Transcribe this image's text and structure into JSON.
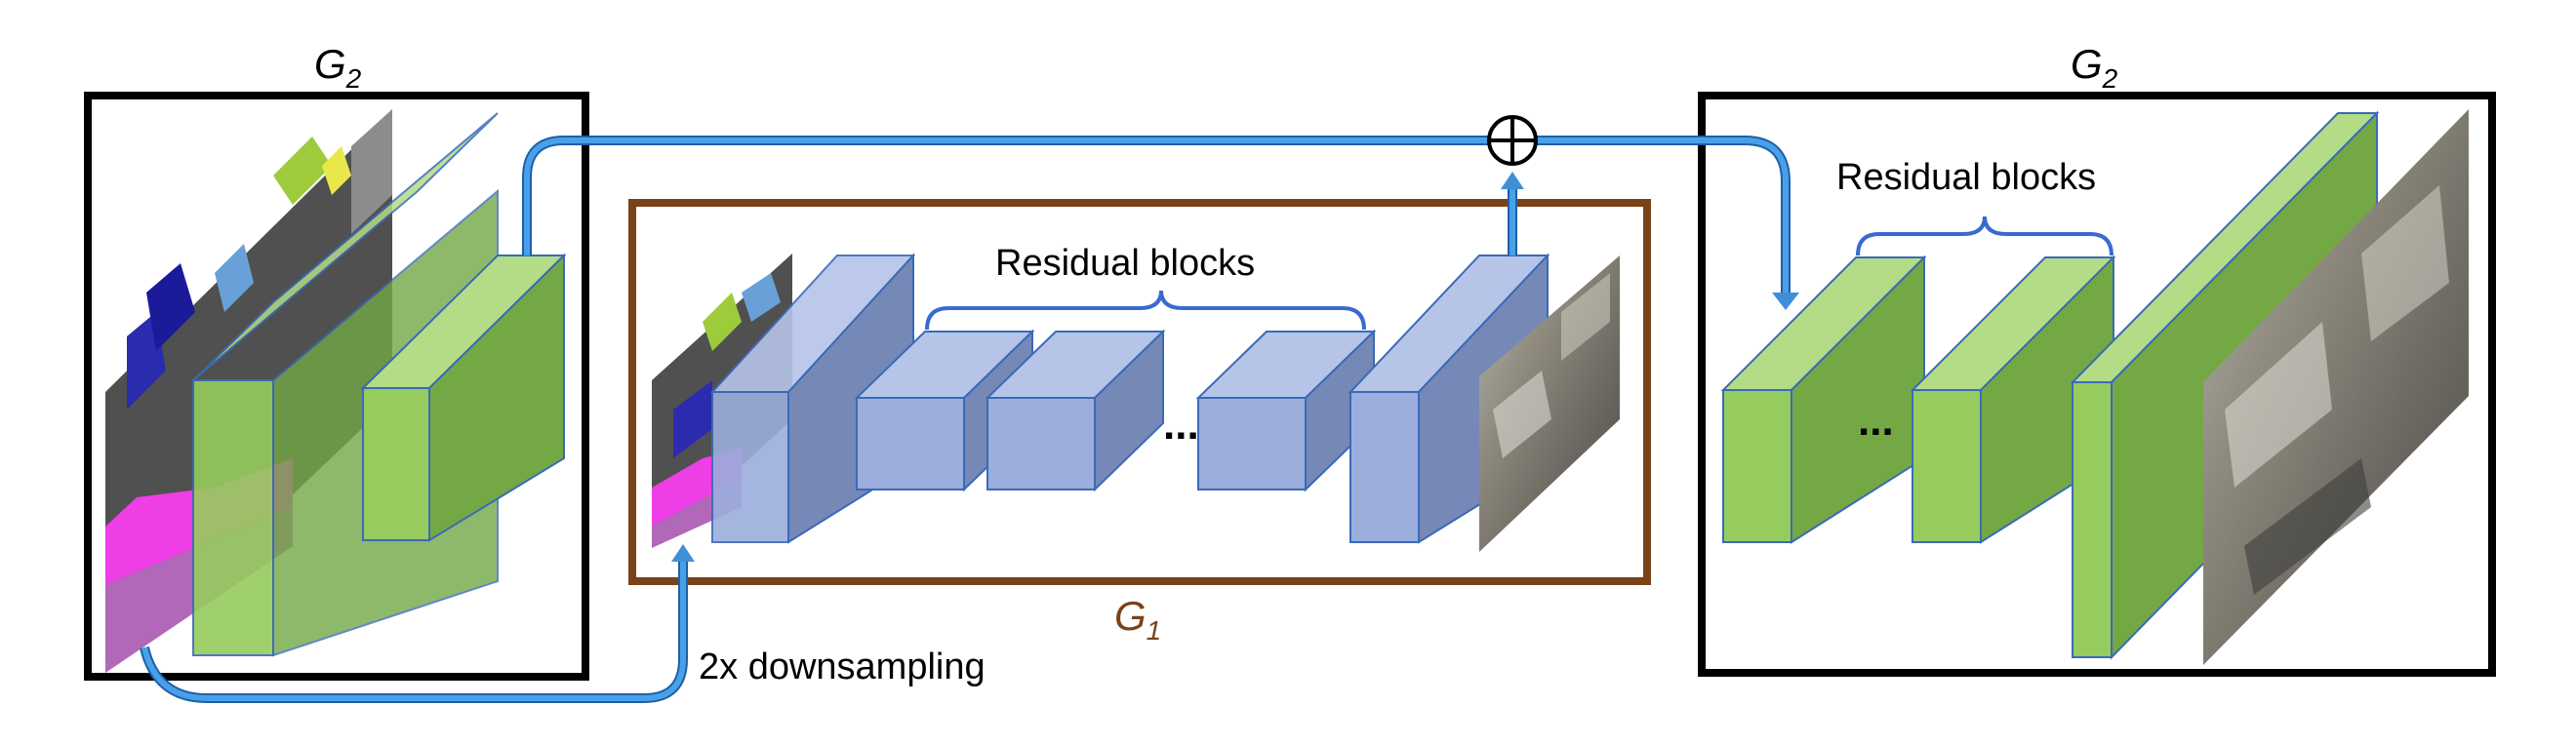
{
  "labels": {
    "left_title": "G",
    "left_title_sub": "2",
    "right_title": "G",
    "right_title_sub": "2",
    "center_title": "G",
    "center_title_sub": "1",
    "center_residual": "Residual blocks",
    "right_residual": "Residual blocks",
    "downsampling": "2x downsampling",
    "center_ellipsis": "...",
    "right_ellipsis": "...",
    "sum_symbol": "⊕"
  },
  "colors": {
    "green_front": "#96cc5d",
    "green_top": "#b4dc86",
    "green_side": "#74a845",
    "blue_front": "#9baedc",
    "blue_top": "#b6c4e8",
    "blue_side": "#7688b6",
    "arrow": "#3f8fd8",
    "g1_frame": "#7a4219",
    "frame": "#000000"
  }
}
